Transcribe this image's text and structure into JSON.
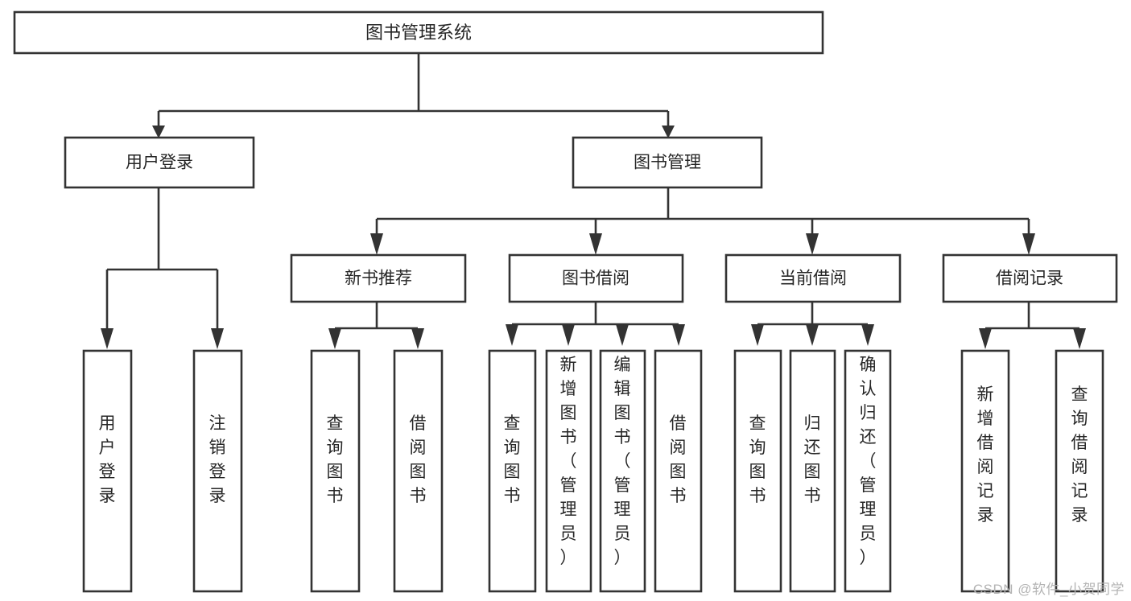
{
  "diagram": {
    "title": "图书管理系统",
    "watermark": "CSDN @软件_小贺同学",
    "colors": {
      "stroke": "#333333",
      "fill": "#ffffff",
      "text": "#262626",
      "watermark": "#b4b4b4",
      "background": "#ffffff"
    },
    "root": {
      "label": "图书管理系统"
    },
    "level2": [
      {
        "label": "用户登录"
      },
      {
        "label": "图书管理"
      }
    ],
    "level3": [
      {
        "label": "新书推荐"
      },
      {
        "label": "图书借阅"
      },
      {
        "label": "当前借阅"
      },
      {
        "label": "借阅记录"
      }
    ],
    "leaves": {
      "user_login": [
        {
          "label": "用户登录"
        },
        {
          "label": "注销登录"
        }
      ],
      "new_book_recommend": [
        {
          "label": "查询图书"
        },
        {
          "label": "借阅图书"
        }
      ],
      "book_borrow": [
        {
          "label": "查询图书"
        },
        {
          "label": "新增图书（管理员）"
        },
        {
          "label": "编辑图书（管理员）"
        },
        {
          "label": "借阅图书"
        }
      ],
      "current_borrow": [
        {
          "label": "查询图书"
        },
        {
          "label": "归还图书"
        },
        {
          "label": "确认归还（管理员）"
        }
      ],
      "borrow_record": [
        {
          "label": "新增借阅记录"
        },
        {
          "label": "查询借阅记录"
        }
      ]
    }
  }
}
